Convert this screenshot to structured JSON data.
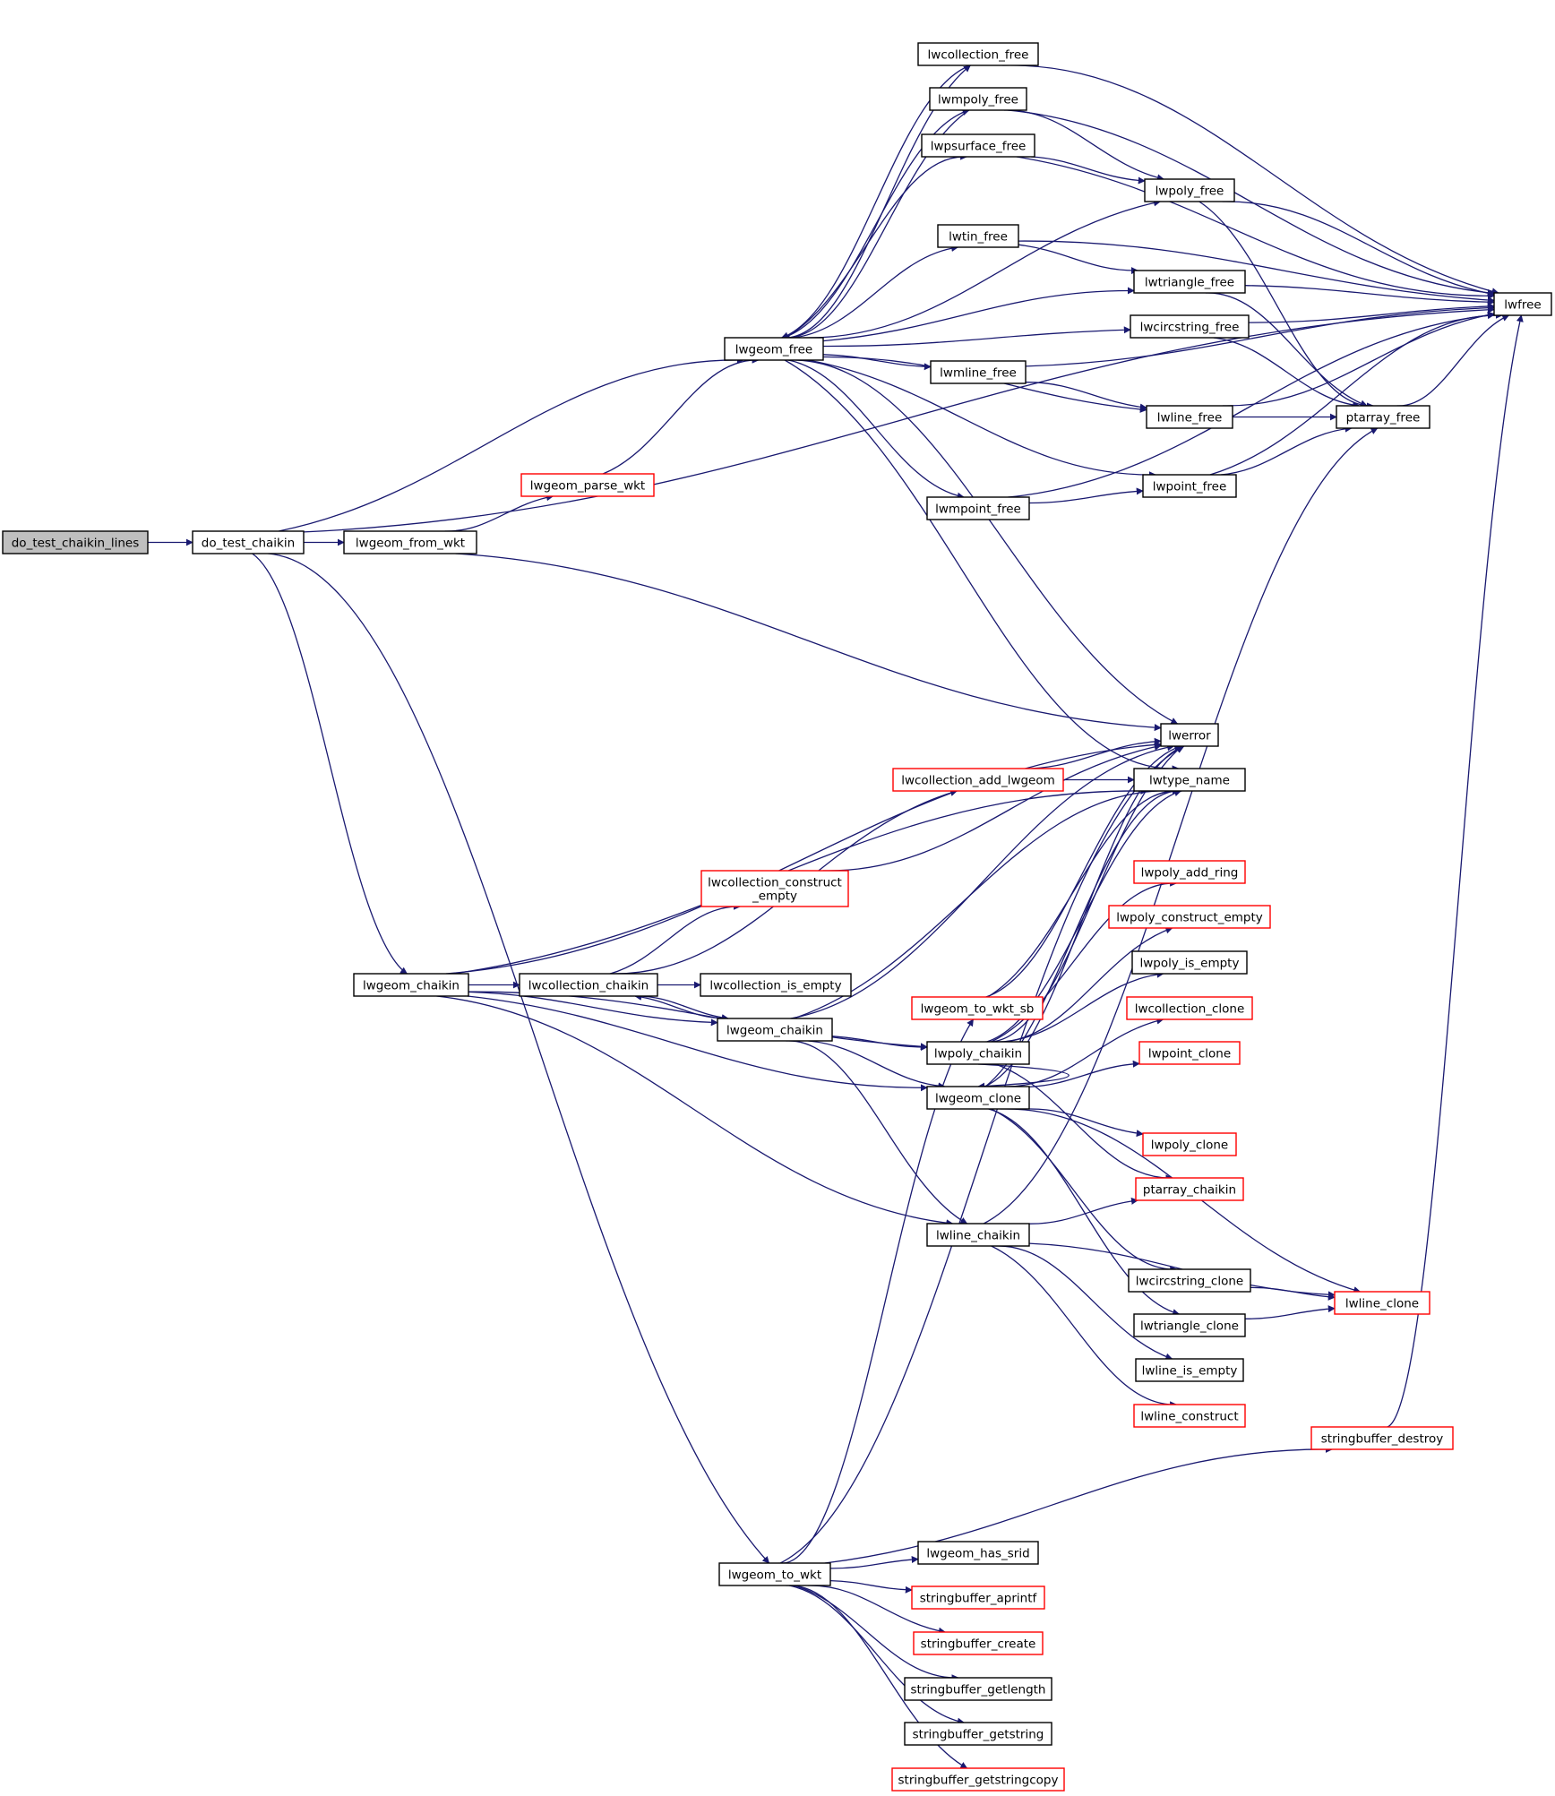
{
  "graph": {
    "nodes": [
      {
        "id": "do_test_chaikin_lines",
        "label": "do_test_chaikin_lines",
        "style": "root"
      },
      {
        "id": "do_test_chaikin",
        "label": "do_test_chaikin",
        "style": "normal"
      },
      {
        "id": "lwgeom_from_wkt",
        "label": "lwgeom_from_wkt",
        "style": "normal"
      },
      {
        "id": "lwgeom_parse_wkt",
        "label": "lwgeom_parse_wkt",
        "style": "red"
      },
      {
        "id": "lwgeom_free",
        "label": "lwgeom_free",
        "style": "normal"
      },
      {
        "id": "lwcollection_free",
        "label": "lwcollection_free",
        "style": "normal"
      },
      {
        "id": "lwmpoly_free",
        "label": "lwmpoly_free",
        "style": "normal"
      },
      {
        "id": "lwpsurface_free",
        "label": "lwpsurface_free",
        "style": "normal"
      },
      {
        "id": "lwtin_free",
        "label": "lwtin_free",
        "style": "normal"
      },
      {
        "id": "lwmline_free",
        "label": "lwmline_free",
        "style": "normal"
      },
      {
        "id": "lwmpoint_free",
        "label": "lwmpoint_free",
        "style": "normal"
      },
      {
        "id": "lwpoly_free",
        "label": "lwpoly_free",
        "style": "normal"
      },
      {
        "id": "lwtriangle_free",
        "label": "lwtriangle_free",
        "style": "normal"
      },
      {
        "id": "lwcircstring_free",
        "label": "lwcircstring_free",
        "style": "normal"
      },
      {
        "id": "lwline_free",
        "label": "lwline_free",
        "style": "normal"
      },
      {
        "id": "lwpoint_free",
        "label": "lwpoint_free",
        "style": "normal"
      },
      {
        "id": "ptarray_free",
        "label": "ptarray_free",
        "style": "normal"
      },
      {
        "id": "lwfree",
        "label": "lwfree",
        "style": "normal"
      },
      {
        "id": "lwerror",
        "label": "lwerror",
        "style": "normal"
      },
      {
        "id": "lwtype_name",
        "label": "lwtype_name",
        "style": "normal"
      },
      {
        "id": "lwcollection_add_lwgeom",
        "label": "lwcollection_add_lwgeom",
        "style": "red"
      },
      {
        "id": "lwcollection_construct_empty",
        "label": "lwcollection_construct\n_empty",
        "style": "red"
      },
      {
        "id": "lwgeom_chaikin",
        "label": "lwgeom_chaikin",
        "style": "normal"
      },
      {
        "id": "lwcollection_chaikin",
        "label": "lwcollection_chaikin",
        "style": "normal"
      },
      {
        "id": "lwcollection_is_empty",
        "label": "lwcollection_is_empty",
        "style": "normal"
      },
      {
        "id": "lwgeom_chaikin_inner",
        "label": "lwgeom_chaikin",
        "style": "normal"
      },
      {
        "id": "lwgeom_to_wkt_sb",
        "label": "lwgeom_to_wkt_sb",
        "style": "red"
      },
      {
        "id": "lwpoly_chaikin",
        "label": "lwpoly_chaikin",
        "style": "normal"
      },
      {
        "id": "lwgeom_clone",
        "label": "lwgeom_clone",
        "style": "normal"
      },
      {
        "id": "lwline_chaikin",
        "label": "lwline_chaikin",
        "style": "normal"
      },
      {
        "id": "lwpoly_add_ring",
        "label": "lwpoly_add_ring",
        "style": "red"
      },
      {
        "id": "lwpoly_construct_empty",
        "label": "lwpoly_construct_empty",
        "style": "red"
      },
      {
        "id": "lwpoly_is_empty",
        "label": "lwpoly_is_empty",
        "style": "normal"
      },
      {
        "id": "lwcollection_clone",
        "label": "lwcollection_clone",
        "style": "red"
      },
      {
        "id": "lwpoint_clone",
        "label": "lwpoint_clone",
        "style": "red"
      },
      {
        "id": "lwpoly_clone",
        "label": "lwpoly_clone",
        "style": "red"
      },
      {
        "id": "ptarray_chaikin",
        "label": "ptarray_chaikin",
        "style": "red"
      },
      {
        "id": "lwcircstring_clone",
        "label": "lwcircstring_clone",
        "style": "normal"
      },
      {
        "id": "lwtriangle_clone",
        "label": "lwtriangle_clone",
        "style": "normal"
      },
      {
        "id": "lwline_clone",
        "label": "lwline_clone",
        "style": "red"
      },
      {
        "id": "lwline_is_empty",
        "label": "lwline_is_empty",
        "style": "normal"
      },
      {
        "id": "lwline_construct",
        "label": "lwline_construct",
        "style": "red"
      },
      {
        "id": "stringbuffer_destroy",
        "label": "stringbuffer_destroy",
        "style": "red"
      },
      {
        "id": "lwgeom_to_wkt",
        "label": "lwgeom_to_wkt",
        "style": "normal"
      },
      {
        "id": "lwgeom_has_srid",
        "label": "lwgeom_has_srid",
        "style": "normal"
      },
      {
        "id": "stringbuffer_aprintf",
        "label": "stringbuffer_aprintf",
        "style": "red"
      },
      {
        "id": "stringbuffer_create",
        "label": "stringbuffer_create",
        "style": "red"
      },
      {
        "id": "stringbuffer_getlength",
        "label": "stringbuffer_getlength",
        "style": "normal"
      },
      {
        "id": "stringbuffer_getstring",
        "label": "stringbuffer_getstring",
        "style": "normal"
      },
      {
        "id": "stringbuffer_getstringcopy",
        "label": "stringbuffer_getstringcopy",
        "style": "red"
      }
    ],
    "edges": [
      [
        "do_test_chaikin_lines",
        "do_test_chaikin"
      ],
      [
        "do_test_chaikin",
        "lwfree"
      ],
      [
        "do_test_chaikin",
        "lwgeom_free"
      ],
      [
        "do_test_chaikin",
        "lwgeom_from_wkt"
      ],
      [
        "do_test_chaikin",
        "lwgeom_chaikin"
      ],
      [
        "do_test_chaikin",
        "lwgeom_to_wkt"
      ],
      [
        "lwgeom_from_wkt",
        "lwgeom_parse_wkt"
      ],
      [
        "lwgeom_from_wkt",
        "lwerror"
      ],
      [
        "lwgeom_parse_wkt",
        "lwgeom_free"
      ],
      [
        "lwgeom_free",
        "lwcollection_free"
      ],
      [
        "lwgeom_free",
        "lwmpoly_free"
      ],
      [
        "lwgeom_free",
        "lwpsurface_free"
      ],
      [
        "lwgeom_free",
        "lwpoly_free"
      ],
      [
        "lwgeom_free",
        "lwtin_free"
      ],
      [
        "lwgeom_free",
        "lwtriangle_free"
      ],
      [
        "lwgeom_free",
        "lwcircstring_free"
      ],
      [
        "lwgeom_free",
        "lwmline_free"
      ],
      [
        "lwgeom_free",
        "lwline_free"
      ],
      [
        "lwgeom_free",
        "lwpoint_free"
      ],
      [
        "lwgeom_free",
        "lwmpoint_free"
      ],
      [
        "lwgeom_free",
        "lwerror"
      ],
      [
        "lwgeom_free",
        "lwtype_name"
      ],
      [
        "lwcollection_free",
        "lwgeom_free"
      ],
      [
        "lwcollection_free",
        "lwfree"
      ],
      [
        "lwmpoly_free",
        "lwgeom_free"
      ],
      [
        "lwmpoly_free",
        "lwfree"
      ],
      [
        "lwmpoly_free",
        "lwpoly_free"
      ],
      [
        "lwpsurface_free",
        "lwfree"
      ],
      [
        "lwpsurface_free",
        "lwpoly_free"
      ],
      [
        "lwtin_free",
        "lwfree"
      ],
      [
        "lwtin_free",
        "lwtriangle_free"
      ],
      [
        "lwmline_free",
        "lwfree"
      ],
      [
        "lwmline_free",
        "lwline_free"
      ],
      [
        "lwmpoint_free",
        "lwpoint_free"
      ],
      [
        "lwmpoint_free",
        "lwfree"
      ],
      [
        "lwpoly_free",
        "lwfree"
      ],
      [
        "lwpoly_free",
        "ptarray_free"
      ],
      [
        "lwtriangle_free",
        "lwfree"
      ],
      [
        "lwtriangle_free",
        "ptarray_free"
      ],
      [
        "lwcircstring_free",
        "lwfree"
      ],
      [
        "lwcircstring_free",
        "ptarray_free"
      ],
      [
        "lwline_free",
        "ptarray_free"
      ],
      [
        "lwline_free",
        "lwfree"
      ],
      [
        "lwpoint_free",
        "ptarray_free"
      ],
      [
        "lwpoint_free",
        "lwfree"
      ],
      [
        "ptarray_free",
        "lwfree"
      ],
      [
        "lwgeom_chaikin",
        "lwerror"
      ],
      [
        "lwgeom_chaikin",
        "lwtype_name"
      ],
      [
        "lwgeom_chaikin",
        "lwcollection_chaikin"
      ],
      [
        "lwgeom_chaikin",
        "lwgeom_chaikin_inner"
      ],
      [
        "lwgeom_chaikin",
        "lwpoly_chaikin"
      ],
      [
        "lwgeom_chaikin",
        "lwgeom_clone"
      ],
      [
        "lwgeom_chaikin",
        "lwline_chaikin"
      ],
      [
        "lwcollection_chaikin",
        "lwcollection_construct_empty"
      ],
      [
        "lwcollection_chaikin",
        "lwcollection_add_lwgeom"
      ],
      [
        "lwcollection_chaikin",
        "lwcollection_is_empty"
      ],
      [
        "lwcollection_chaikin",
        "lwgeom_chaikin_inner"
      ],
      [
        "lwcollection_construct_empty",
        "lwerror"
      ],
      [
        "lwcollection_add_lwgeom",
        "lwerror"
      ],
      [
        "lwcollection_add_lwgeom",
        "lwtype_name"
      ],
      [
        "lwgeom_chaikin_inner",
        "lwcollection_chaikin"
      ],
      [
        "lwgeom_chaikin_inner",
        "lwerror"
      ],
      [
        "lwgeom_chaikin_inner",
        "lwtype_name"
      ],
      [
        "lwgeom_chaikin_inner",
        "lwpoly_chaikin"
      ],
      [
        "lwgeom_chaikin_inner",
        "lwgeom_clone"
      ],
      [
        "lwgeom_chaikin_inner",
        "lwline_chaikin"
      ],
      [
        "lwpoly_chaikin",
        "lwerror"
      ],
      [
        "lwpoly_chaikin",
        "lwtype_name"
      ],
      [
        "lwpoly_chaikin",
        "lwpoly_add_ring"
      ],
      [
        "lwpoly_chaikin",
        "lwpoly_construct_empty"
      ],
      [
        "lwpoly_chaikin",
        "lwpoly_is_empty"
      ],
      [
        "lwpoly_chaikin",
        "lwgeom_clone"
      ],
      [
        "lwpoly_chaikin",
        "ptarray_chaikin"
      ],
      [
        "lwgeom_clone",
        "lwerror"
      ],
      [
        "lwgeom_clone",
        "lwtype_name"
      ],
      [
        "lwgeom_clone",
        "lwcollection_clone"
      ],
      [
        "lwgeom_clone",
        "lwpoint_clone"
      ],
      [
        "lwgeom_clone",
        "lwpoly_clone"
      ],
      [
        "lwgeom_clone",
        "lwcircstring_clone"
      ],
      [
        "lwgeom_clone",
        "lwtriangle_clone"
      ],
      [
        "lwgeom_clone",
        "lwline_clone"
      ],
      [
        "lwline_chaikin",
        "ptarray_chaikin"
      ],
      [
        "lwline_chaikin",
        "ptarray_free"
      ],
      [
        "lwline_chaikin",
        "lwline_is_empty"
      ],
      [
        "lwline_chaikin",
        "lwline_construct"
      ],
      [
        "lwline_chaikin",
        "lwline_clone"
      ],
      [
        "lwcircstring_clone",
        "lwline_clone"
      ],
      [
        "lwtriangle_clone",
        "lwline_clone"
      ],
      [
        "lwgeom_to_wkt_sb",
        "lwerror"
      ],
      [
        "lwgeom_to_wkt_sb",
        "lwtype_name"
      ],
      [
        "lwgeom_to_wkt",
        "lwgeom_to_wkt_sb"
      ],
      [
        "lwgeom_to_wkt",
        "lwerror"
      ],
      [
        "lwgeom_to_wkt",
        "stringbuffer_destroy"
      ],
      [
        "lwgeom_to_wkt",
        "lwgeom_has_srid"
      ],
      [
        "lwgeom_to_wkt",
        "stringbuffer_aprintf"
      ],
      [
        "lwgeom_to_wkt",
        "stringbuffer_create"
      ],
      [
        "lwgeom_to_wkt",
        "stringbuffer_getlength"
      ],
      [
        "lwgeom_to_wkt",
        "stringbuffer_getstring"
      ],
      [
        "lwgeom_to_wkt",
        "stringbuffer_getstringcopy"
      ],
      [
        "stringbuffer_destroy",
        "lwfree"
      ]
    ]
  }
}
